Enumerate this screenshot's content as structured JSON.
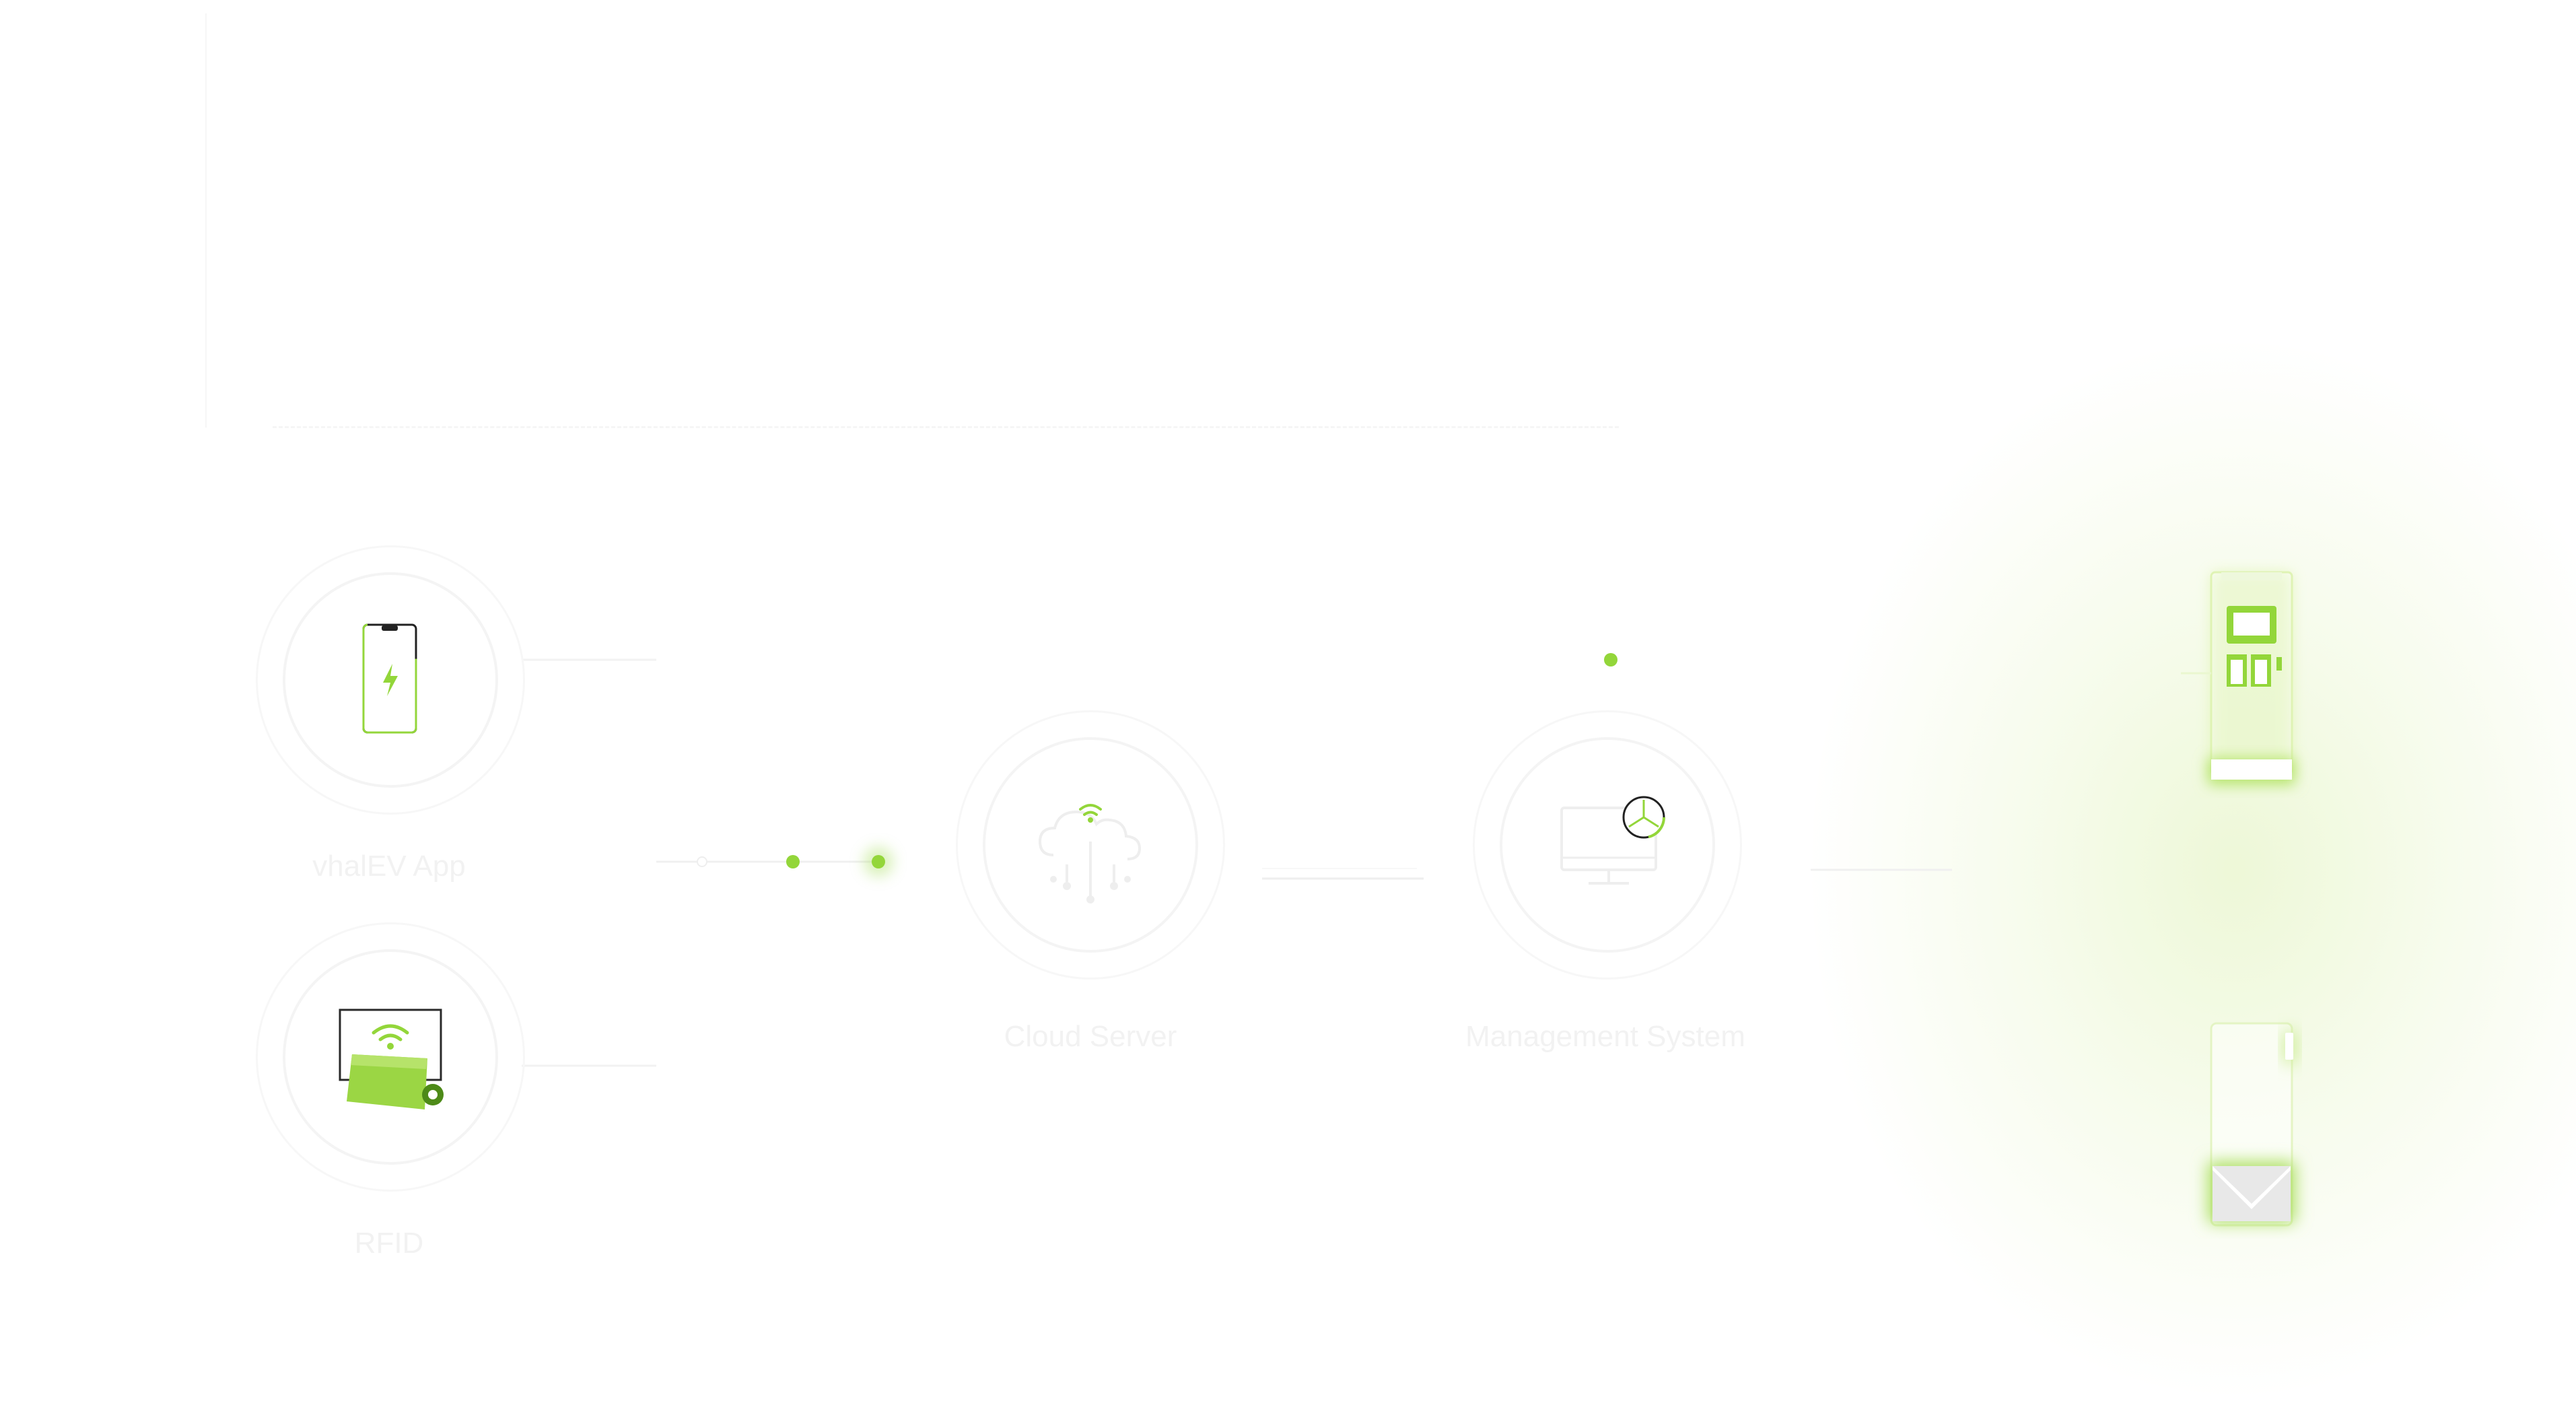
{
  "nodes": {
    "app": {
      "label": "vhalEV App",
      "icon": "phone-charging-icon"
    },
    "rfid": {
      "label": "RFID",
      "icon": "rfid-card-icon"
    },
    "cloud": {
      "label": "Cloud Server",
      "icon": "cloud-server-icon"
    },
    "management": {
      "label": "Management System",
      "icon": "monitor-chart-icon"
    }
  },
  "devices": {
    "charger_top": {
      "icon": "ev-charger-station-icon"
    },
    "charger_bottom": {
      "icon": "ev-wallbox-charger-icon"
    }
  },
  "colors": {
    "accent": "#93d63a",
    "accent_dark": "#4d8a18",
    "ring": "#f4f4f4",
    "label": "#f2f2f2"
  }
}
